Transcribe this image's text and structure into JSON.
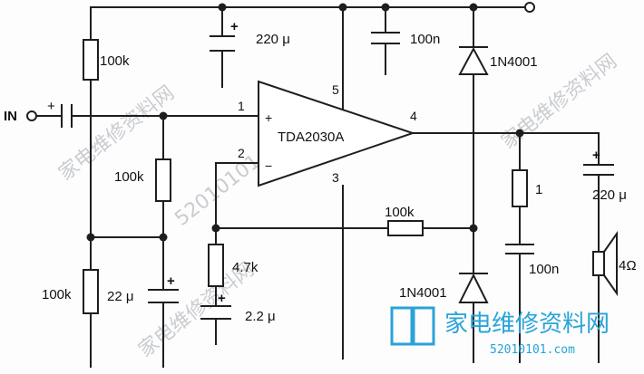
{
  "labels": {
    "r_top": "100k",
    "r_mid": "100k",
    "r_bot": "100k",
    "r_fb": "100k",
    "r_47k": "4.7k",
    "r_out": "1",
    "c_220_top": "220 μ",
    "c_100n_top": "100n",
    "c_22": "22 μ",
    "c_22u_gnd": "2.2 μ",
    "c_100n_out": "100n",
    "c_220_out": "220 μ",
    "d_top": "1N4001",
    "d_bot": "1N4001",
    "ic": "TDA2030A",
    "input": "IN",
    "speaker": "4Ω",
    "pins": {
      "p1": "1",
      "p2": "2",
      "p3": "3",
      "p4": "4",
      "p5": "5",
      "plus": "+",
      "minus": "−"
    }
  },
  "watermark": {
    "brand": "家电维修资料网",
    "url": "52010101.com",
    "diag1": "家电维修资料网",
    "diag2": "52010101.com",
    "diag3": "家电维修资料网",
    "diag4": "家电维修资料网"
  },
  "colors": {
    "ink": "#1e1e1e",
    "watermark": "#c9ccd0",
    "logo": "#29a3d8"
  }
}
